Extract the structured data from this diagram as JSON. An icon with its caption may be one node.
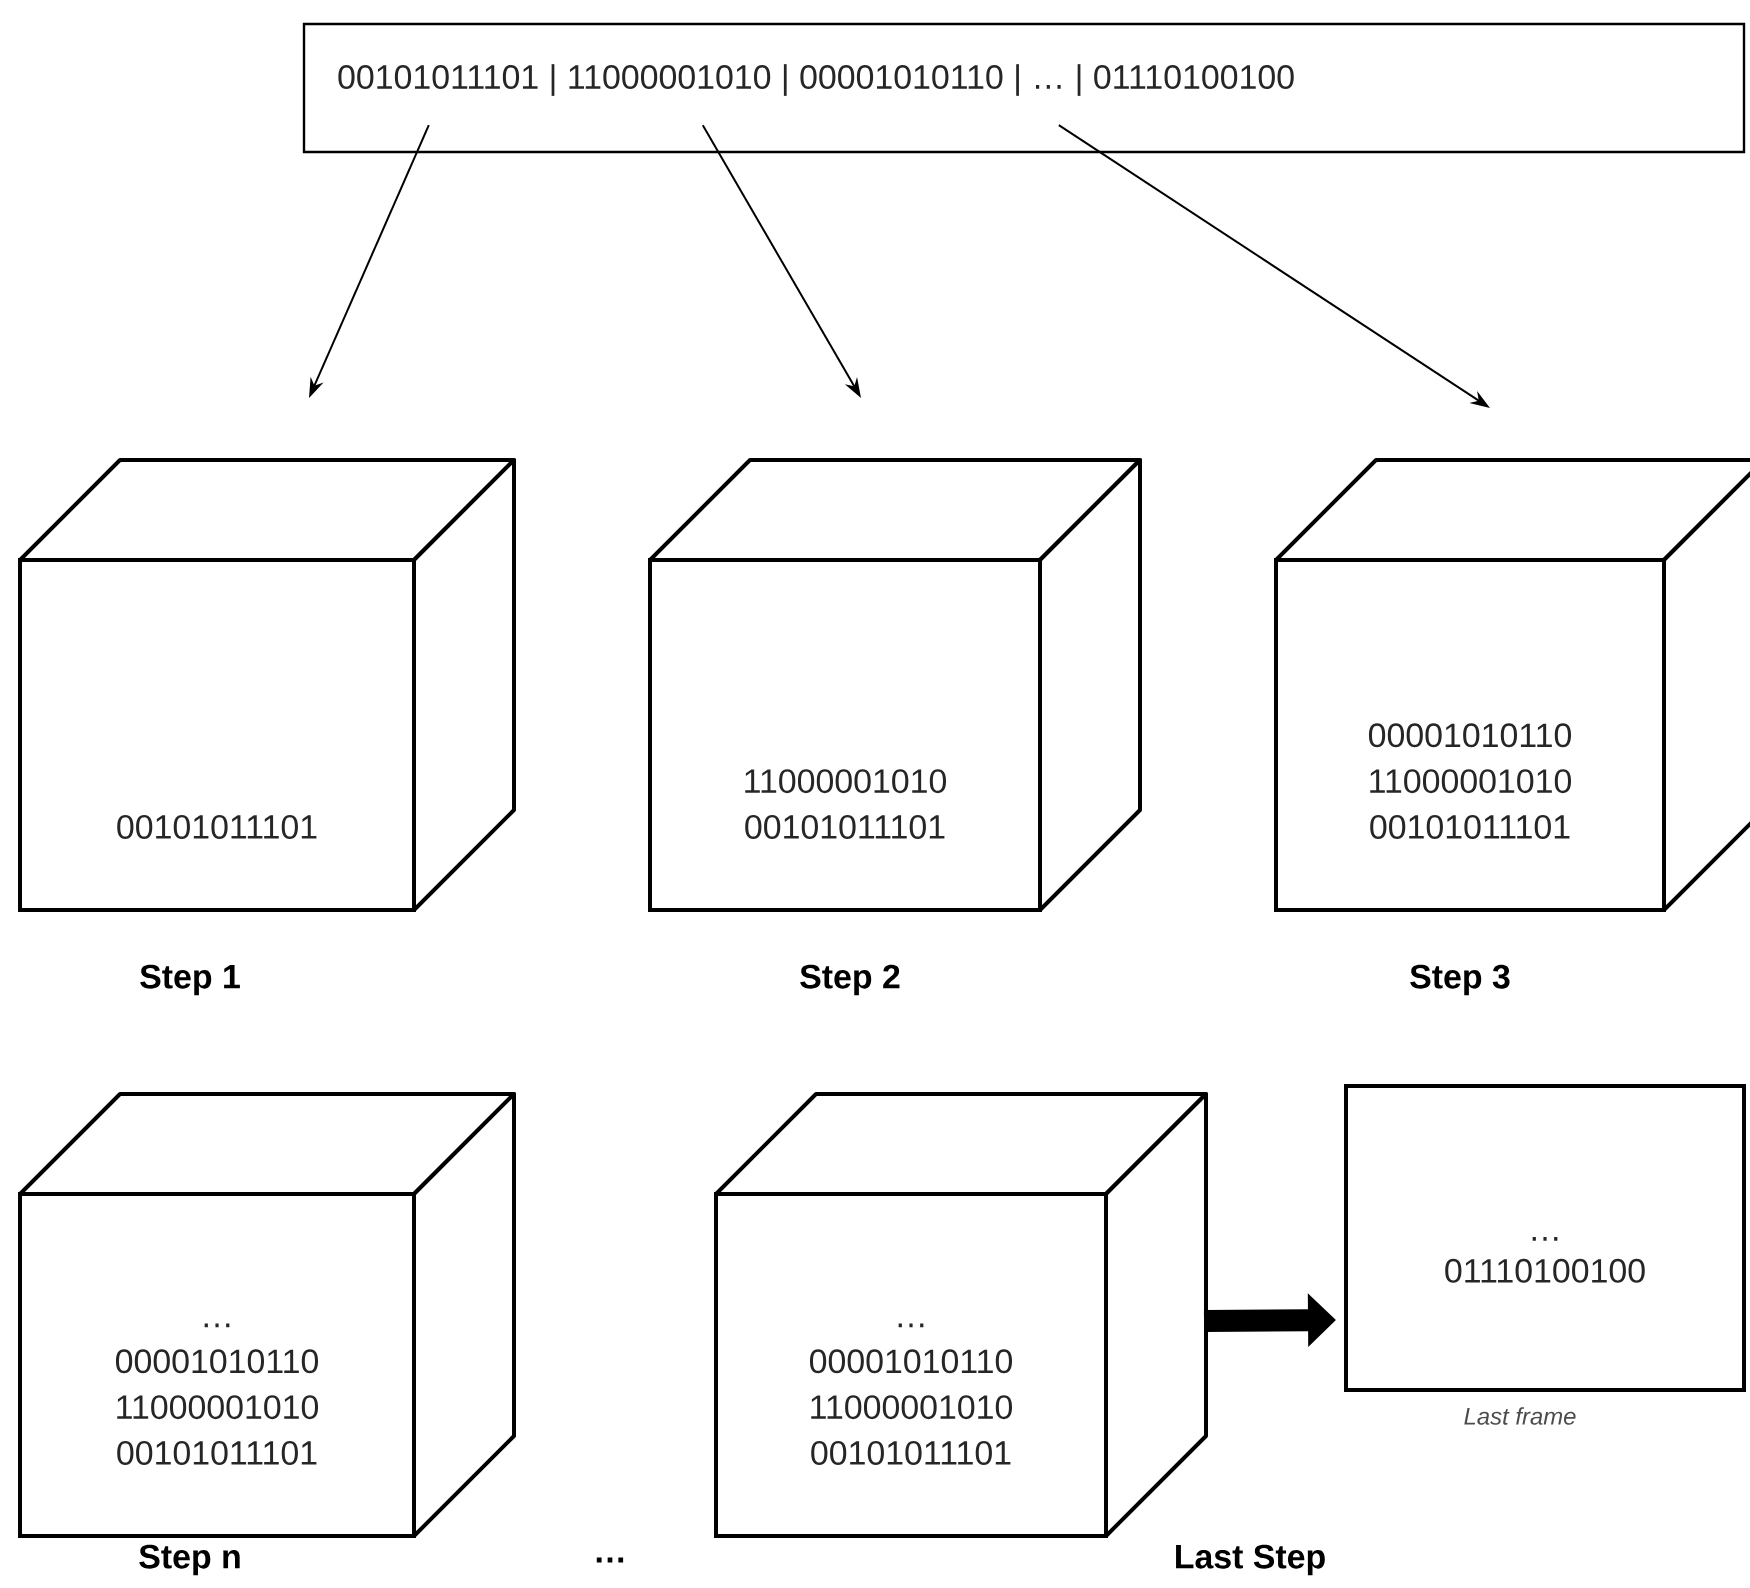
{
  "diagram": {
    "nodes": [
      {
        "text": [
          "00101011101 | 11000001010 | 00001010110 | … | 01110100100"
        ]
      },
      {
        "text": [
          "00101011101"
        ],
        "beside": [
          "Step 1"
        ]
      },
      {
        "text": [
          "11000001010",
          "00101011101"
        ],
        "beside": [
          "Step 2"
        ]
      },
      {
        "text": [
          "00001010110",
          "11000001010",
          "00101011101"
        ],
        "beside": [
          "Step 3"
        ]
      },
      {
        "text": [
          "…",
          "00001010110",
          "11000001010",
          "00101011101"
        ],
        "beside": [
          "Step n"
        ]
      },
      {
        "text": [
          "…",
          "00001010110",
          "11000001010",
          "00101011101"
        ],
        "beside": [
          "Last Step"
        ]
      },
      {
        "text": [
          "…",
          "01110100100"
        ],
        "beside": [
          "Last frame"
        ]
      }
    ],
    "edges": [
      {
        "from": 0,
        "to": 1,
        "arrow": "to"
      },
      {
        "from": 0,
        "to": 2,
        "arrow": "to"
      },
      {
        "from": 0,
        "to": 3,
        "arrow": "to"
      },
      {
        "from": 5,
        "to": 6,
        "arrow": "to",
        "style": "thick"
      }
    ],
    "labels": [
      "…"
    ]
  }
}
